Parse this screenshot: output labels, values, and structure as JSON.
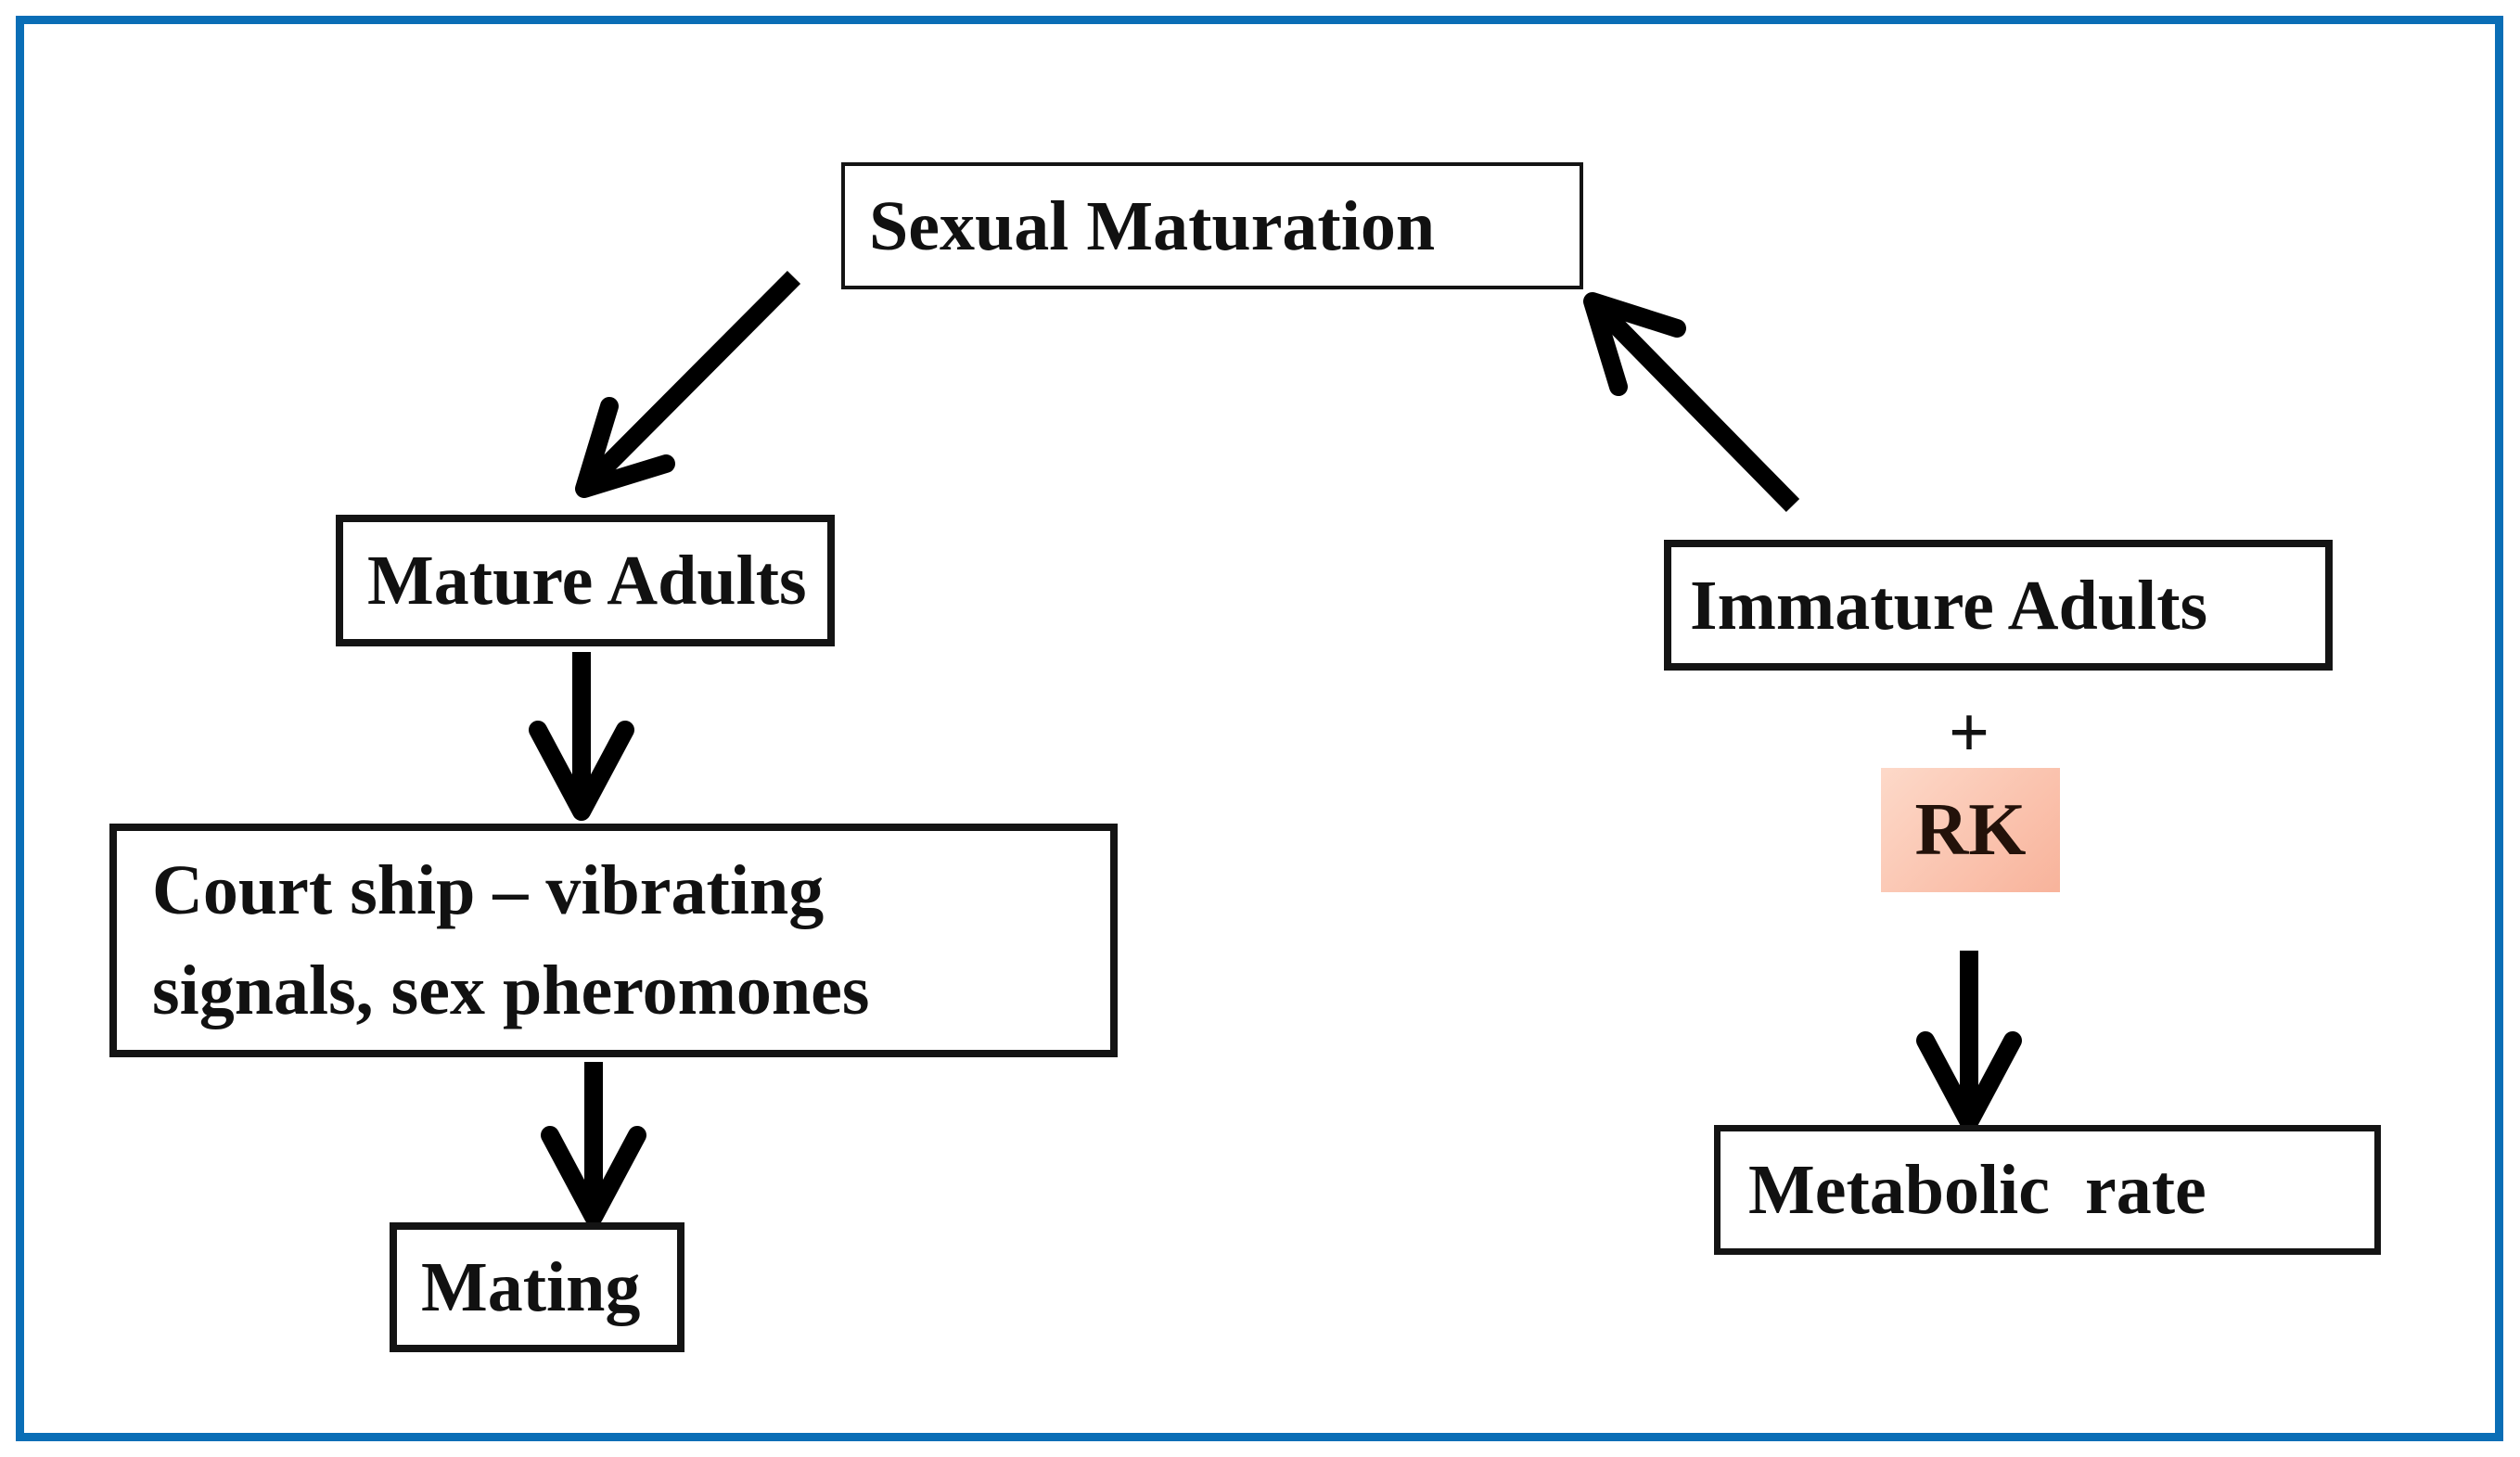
{
  "diagram": {
    "frame": {
      "border_color": "#0a6eb6"
    },
    "nodes": {
      "sexual_maturation": {
        "label": "Sexual Maturation"
      },
      "mature_adults": {
        "label": "Mature Adults"
      },
      "courtship": {
        "line1": "Court ship – vibrating",
        "line2": "signals, sex pheromones"
      },
      "mating": {
        "label": "Mating"
      },
      "immature_adults": {
        "label": "Immature Adults"
      },
      "plus_sign": {
        "label": "+"
      },
      "rk": {
        "label": "RK",
        "highlight_color": "#f8b39b",
        "highlight_color_light": "#fdd9c9"
      },
      "metabolic_rate": {
        "label": "Metabolic  rate"
      }
    },
    "edges": [
      {
        "from": "Sexual Maturation",
        "to": "Mature Adults"
      },
      {
        "from": "Mature Adults",
        "to": "Court ship – vibrating signals, sex pheromones"
      },
      {
        "from": "Court ship – vibrating signals, sex pheromones",
        "to": "Mating"
      },
      {
        "from": "Immature Adults + RK",
        "to": "Sexual Maturation"
      },
      {
        "from": "RK",
        "to": "Metabolic rate"
      }
    ]
  }
}
